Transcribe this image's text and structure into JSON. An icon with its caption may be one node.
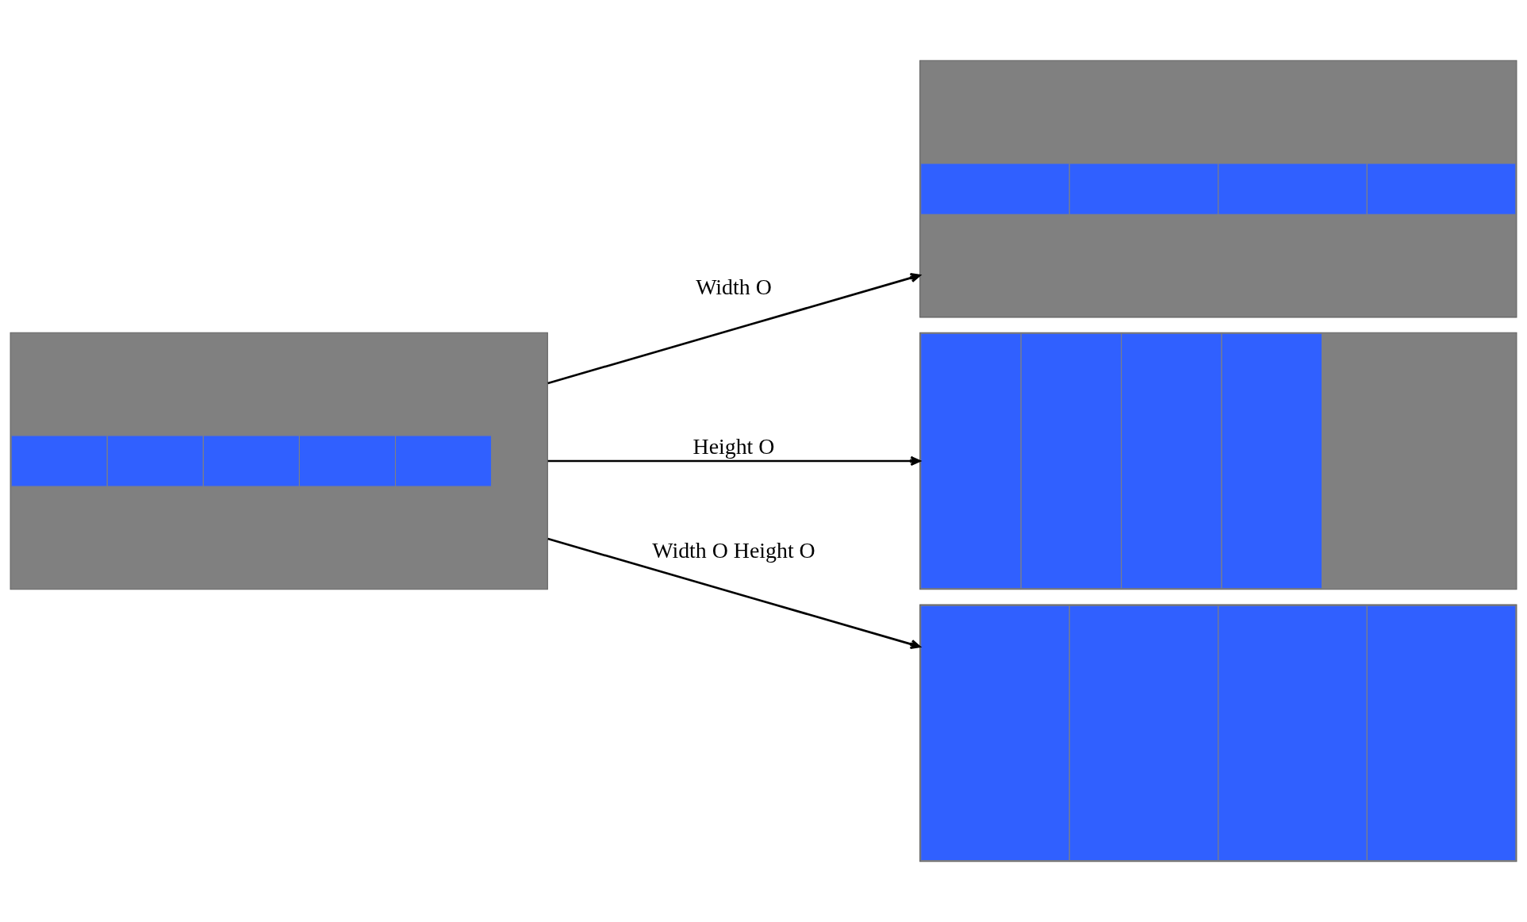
{
  "diagram": {
    "nodes": [
      {
        "text": [],
        "shape": "picture"
      },
      {
        "text": [],
        "shape": "picture"
      },
      {
        "text": [],
        "shape": "picture"
      },
      {
        "text": [],
        "shape": "picture"
      }
    ],
    "edges": [
      {
        "from": 0,
        "to": 1,
        "arrow": "to",
        "label": "Width O"
      },
      {
        "from": 0,
        "to": 2,
        "arrow": "to",
        "label": "Height O"
      },
      {
        "from": 0,
        "to": 3,
        "arrow": "to",
        "label": "Width O Height O"
      }
    ]
  }
}
